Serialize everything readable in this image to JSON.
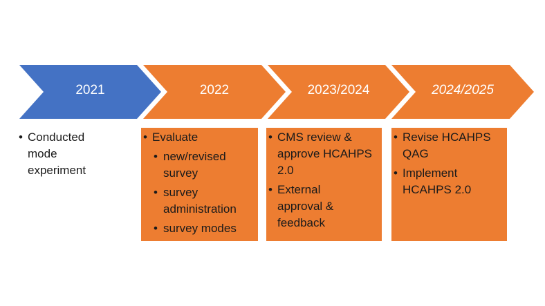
{
  "timeline": {
    "colors": {
      "blue": "#4472c4",
      "orange": "#ed7d31"
    },
    "stages": [
      {
        "label": "2021",
        "color": "blue",
        "italic": false,
        "items": [
          "Conducted mode experiment"
        ]
      },
      {
        "label": "2022",
        "color": "orange",
        "italic": false,
        "items": [
          "Evaluate"
        ],
        "subitems": [
          "new/revised survey",
          "survey administration",
          "survey modes"
        ]
      },
      {
        "label": "2023/2024",
        "color": "orange",
        "italic": false,
        "items": [
          "CMS review & approve HCAHPS 2.0",
          "External approval & feedback"
        ]
      },
      {
        "label": "2024/2025",
        "color": "orange",
        "italic": true,
        "items": [
          "Revise HCAHPS QAG",
          "Implement HCAHPS 2.0"
        ]
      }
    ]
  }
}
